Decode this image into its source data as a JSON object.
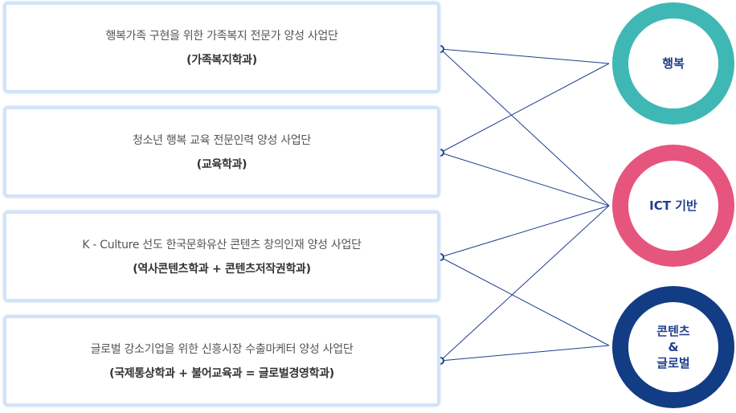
{
  "programs": [
    {
      "title": "행복가족 구현을 위한 가족복지 전문가 양성 사업단",
      "dept": "(가족복지학과)"
    },
    {
      "title": "청소년 행복 교육 전문인력 양성 사업단",
      "dept": "(교육학과)"
    },
    {
      "title": "K - Culture 선도 한국문화유산 콘텐츠 창의인재 양성 사업단",
      "dept": "(역사콘텐츠학과 + 콘텐츠저작권학과)"
    },
    {
      "title": "글로벌 강소기업을 위한 신흥시장 수출마케터 양성 사업단",
      "dept": "(국제통상학과 + 불어교육과 = 글로벌경영학과)"
    }
  ],
  "themes": [
    {
      "label": "행복",
      "color": "#3fb8b5"
    },
    {
      "label": "ICT 기반",
      "color": "#e6557e"
    },
    {
      "label_lines": [
        "콘텐츠",
        "&",
        "글로벌"
      ],
      "color": "#123c84"
    }
  ],
  "connections": [
    [
      0,
      0
    ],
    [
      0,
      1
    ],
    [
      1,
      0
    ],
    [
      1,
      1
    ],
    [
      2,
      1
    ],
    [
      2,
      2
    ],
    [
      3,
      1
    ],
    [
      3,
      2
    ]
  ],
  "line_color": "#1f3f8f",
  "box_border_color": "#d3e3f8"
}
